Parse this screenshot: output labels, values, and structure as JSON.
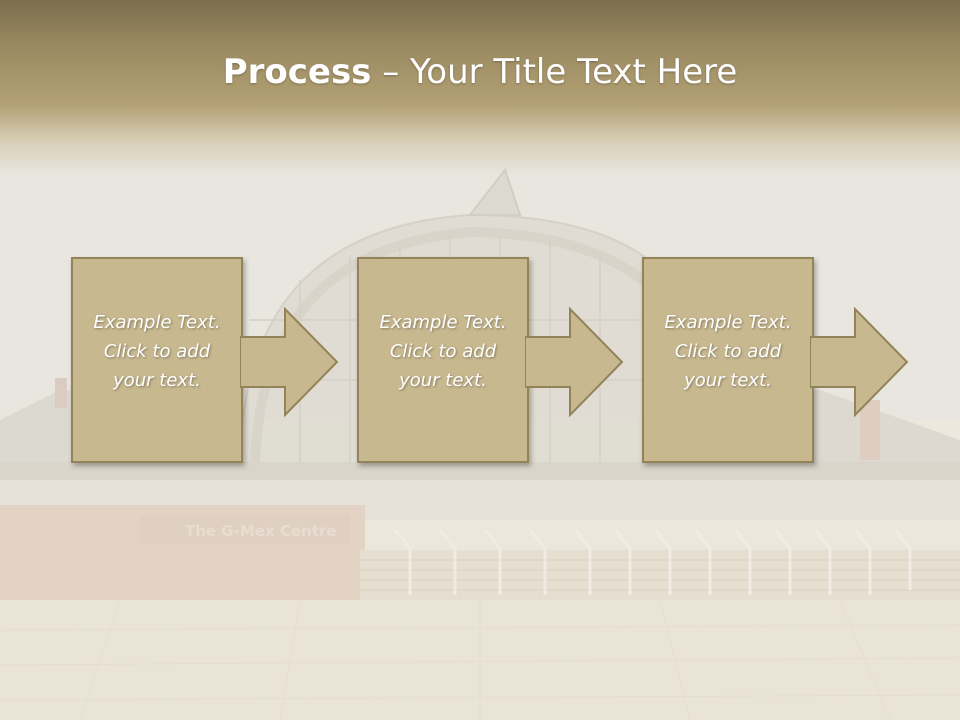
{
  "slide": {
    "title_bold": "Process",
    "title_rest": " – Your Title Text Here",
    "steps": [
      {
        "text": "Example Text.\nClick  to add\nyour text."
      },
      {
        "text": "Example Text.\nClick  to add\nyour text."
      },
      {
        "text": "Example Text.\nClick  to add\nyour text."
      }
    ],
    "background_sign": "The G-Mex Centre"
  },
  "colors": {
    "title_band": "#9c8b62",
    "box_fill": "#c7b88f",
    "box_border": "#928359",
    "text": "#ffffff"
  }
}
